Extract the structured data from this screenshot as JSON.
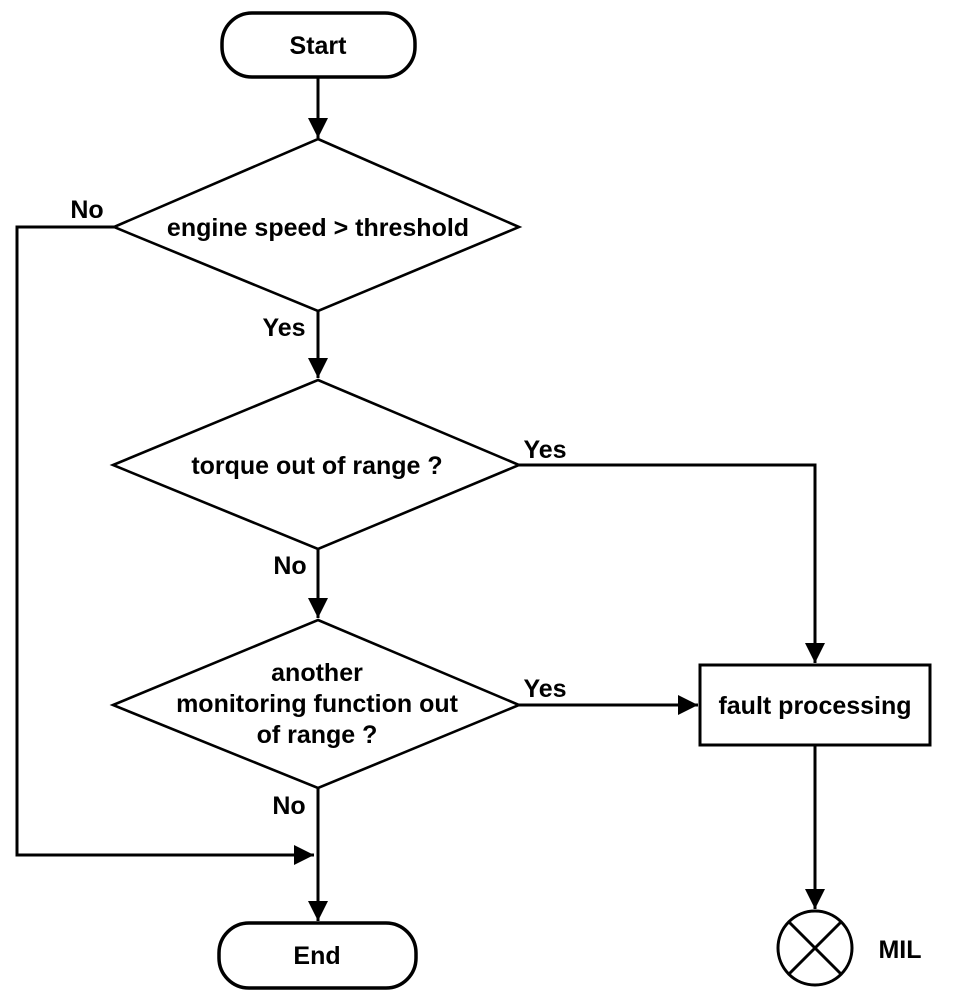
{
  "diagram": {
    "type": "flowchart",
    "background_color": "#ffffff",
    "line_color": "#000000",
    "nodes": {
      "start": {
        "type": "terminator",
        "label": "Start"
      },
      "check_engine_speed": {
        "type": "decision",
        "label": "engine speed > threshold"
      },
      "check_torque": {
        "type": "decision",
        "label": "torque out of range ?"
      },
      "check_other_monitoring": {
        "type": "decision",
        "label": "another monitoring function out of range ?",
        "lines": [
          "another",
          "monitoring function out",
          "of range ?"
        ]
      },
      "fault_processing": {
        "type": "process",
        "label": "fault processing"
      },
      "end": {
        "type": "terminator",
        "label": "End"
      },
      "mil": {
        "type": "indicator-lamp",
        "label": "MIL"
      }
    },
    "edges": [
      {
        "from": "start",
        "to": "check_engine_speed",
        "label": ""
      },
      {
        "from": "check_engine_speed",
        "to": "end",
        "label": "No"
      },
      {
        "from": "check_engine_speed",
        "to": "check_torque",
        "label": "Yes"
      },
      {
        "from": "check_torque",
        "to": "fault_processing",
        "label": "Yes"
      },
      {
        "from": "check_torque",
        "to": "check_other_monitoring",
        "label": "No"
      },
      {
        "from": "check_other_monitoring",
        "to": "fault_processing",
        "label": "Yes"
      },
      {
        "from": "check_other_monitoring",
        "to": "end",
        "label": "No"
      },
      {
        "from": "fault_processing",
        "to": "mil",
        "label": ""
      }
    ]
  }
}
